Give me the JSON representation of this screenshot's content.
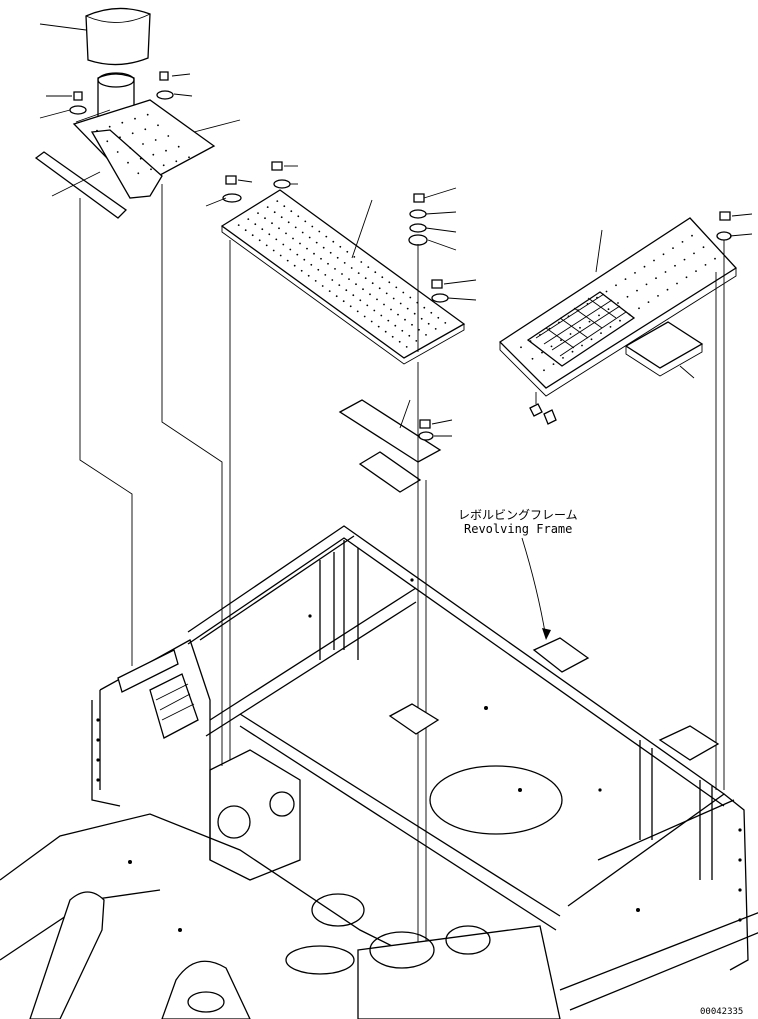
{
  "callouts": {
    "frame_label_jp": "レボルビングフレーム",
    "frame_label_en": "Revolving Frame"
  },
  "drawing_number": "00042335"
}
